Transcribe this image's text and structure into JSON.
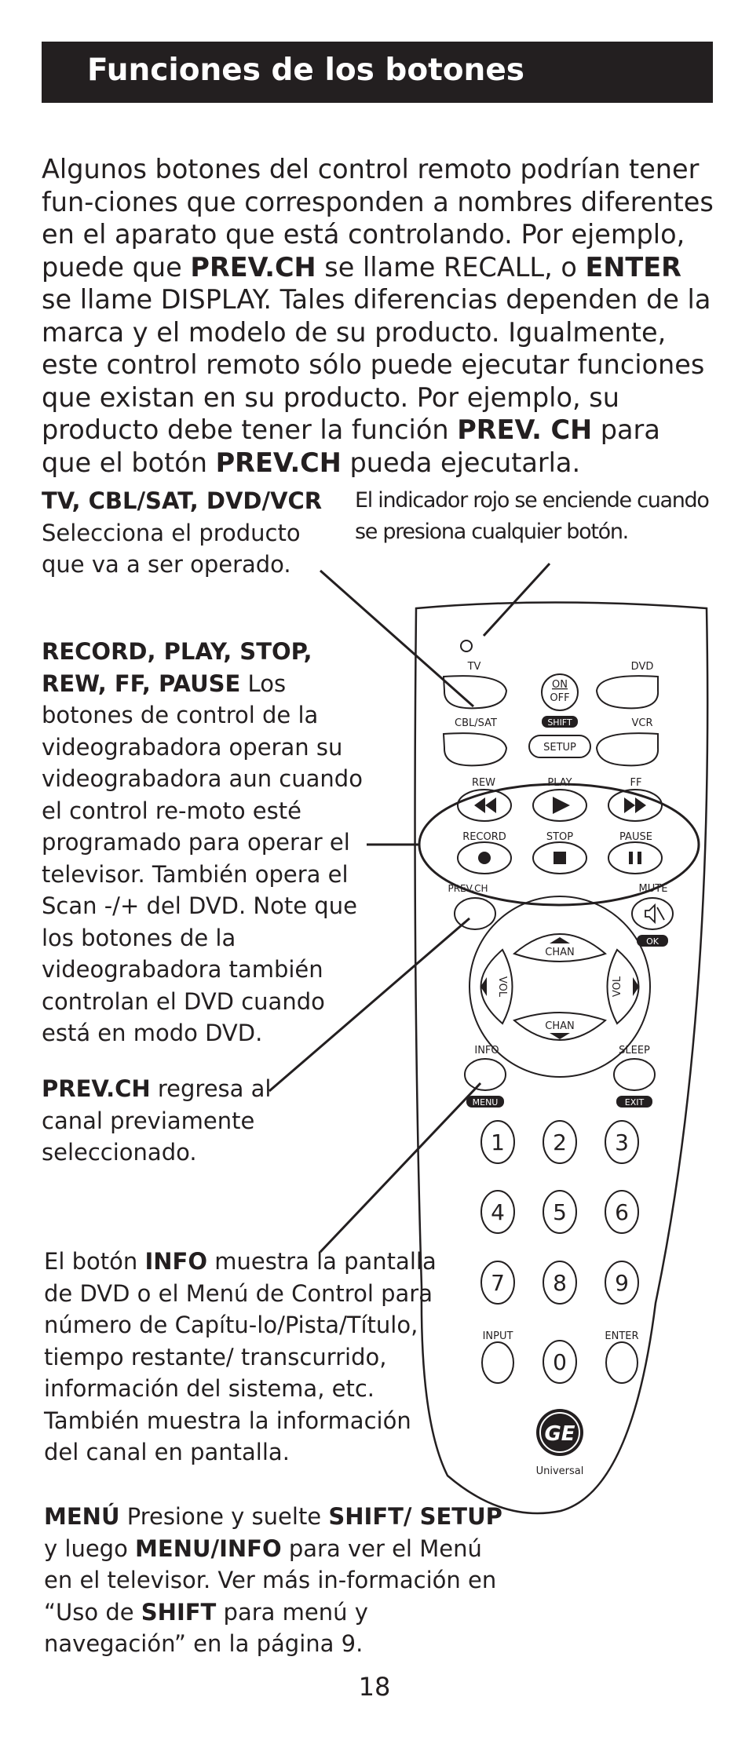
{
  "header": {
    "title": "Funciones de los botones"
  },
  "intro": {
    "parts": [
      "Algunos botones del control remoto podrían tener fun-ciones que corresponden a nombres diferentes en el aparato que está controlando. Por ejemplo, puede que ",
      "PREV.CH",
      " se llame RECALL, o ",
      "ENTER",
      " se llame DISPLAY. Tales diferencias dependen de la marca y el modelo de su producto. Igualmente, este control remoto sólo puede ejecutar funciones que existan en su producto. Por ejemplo, su producto debe tener la función ",
      "PREV. CH",
      " para que el botón ",
      "PREV.CH",
      " pueda ejecutarla."
    ]
  },
  "callouts": {
    "device": {
      "title": "TV, CBL/SAT, DVD/VCR",
      "text": "Selecciona el producto que va a ser operado."
    },
    "indicator": {
      "text": "El indicador rojo se enciende cuando se presiona cualquier botón."
    },
    "vcr": {
      "title": "RECORD, PLAY, STOP, REW, FF, PAUSE",
      "text": " Los botones de control de la videograbadora operan su videograbadora aun cuando el control re-moto esté programado para operar el televisor. También opera el Scan -/+ del DVD. Note que los botones de la videograbadora también controlan el DVD cuando está en modo DVD."
    },
    "prevch": {
      "title": "PREV.CH",
      "text": " regresa al canal previamente seleccionado."
    },
    "info": {
      "pre": "El botón ",
      "title": "INFO",
      "text": " muestra la pantalla de DVD o el Menú de Control para número de Capítu-lo/Pista/Título, tiempo restante/ transcurrido, información del sistema, etc. También muestra la información del canal en pantalla."
    },
    "menu": {
      "title": "MENÚ",
      "t1": " Presione y suelte ",
      "b1": "SHIFT/ SETUP",
      "t2": " y luego ",
      "b2": "MENU/INFO",
      "t3": " para ver el Menú en el televisor. Ver más in-formación en “Uso de ",
      "b3": "SHIFT",
      "t4": " para menú y navegación” en la página 9."
    }
  },
  "remote": {
    "labels": {
      "tv": "TV",
      "dvd": "DVD",
      "on": "ON",
      "off": "OFF",
      "shift": "SHIFT",
      "cblsat": "CBL/SAT",
      "vcr": "VCR",
      "setup": "SETUP",
      "rew": "REW",
      "play": "PLAY",
      "ff": "FF",
      "record": "RECORD",
      "stop": "STOP",
      "pause": "PAUSE",
      "prevch": "PREV.CH",
      "mute": "MUTE",
      "ok": "OK",
      "chan_up": "CHAN",
      "chan_down": "CHAN",
      "vol_left": "VOL",
      "vol_right": "VOL",
      "info": "INFO",
      "menu": "MENU",
      "sleep": "SLEEP",
      "exit": "EXIT",
      "input": "INPUT",
      "enter": "ENTER",
      "logo": "GE",
      "brand": "Universal"
    },
    "digits": [
      "1",
      "2",
      "3",
      "4",
      "5",
      "6",
      "7",
      "8",
      "9",
      "0"
    ]
  },
  "page_number": "18"
}
